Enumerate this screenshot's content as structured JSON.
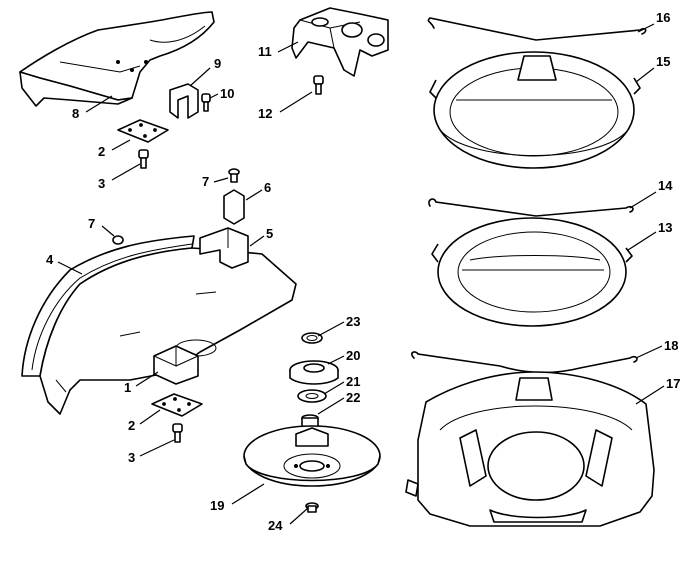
{
  "labels": {
    "1": "1",
    "2": "2",
    "2b": "2",
    "3": "3",
    "3b": "3",
    "4": "4",
    "5": "5",
    "6": "6",
    "7": "7",
    "7b": "7",
    "8": "8",
    "9": "9",
    "10": "10",
    "11": "11",
    "12": "12",
    "13": "13",
    "14": "14",
    "15": "15",
    "16": "16",
    "17": "17",
    "18": "18",
    "19": "19",
    "20": "20",
    "21": "21",
    "22": "22",
    "23": "23",
    "24": "24"
  }
}
